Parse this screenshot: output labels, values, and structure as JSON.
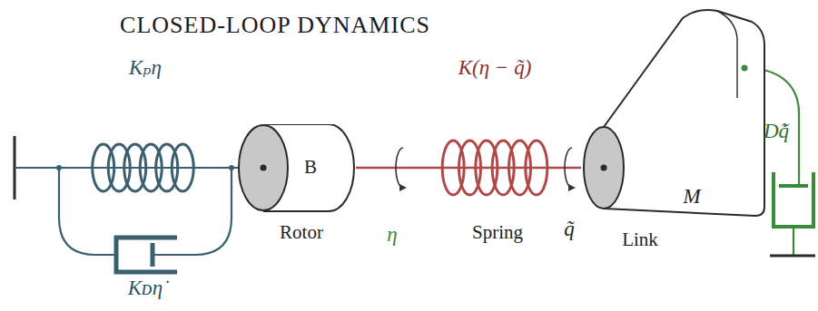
{
  "diagram": {
    "title": "CLOSED-LOOP DYNAMICS",
    "nodes": [
      {
        "text": [
          "B",
          "Rotor"
        ]
      },
      {
        "text": [
          "M",
          "Link"
        ]
      }
    ],
    "edges": [
      {
        "from": 0,
        "to": 1,
        "arrow": "none"
      }
    ],
    "labels": [
      "Kₚη",
      "Kᴅη̇",
      "η",
      "K(η − q̃)",
      "Spring",
      "q̃",
      "Dq̃̇"
    ]
  }
}
